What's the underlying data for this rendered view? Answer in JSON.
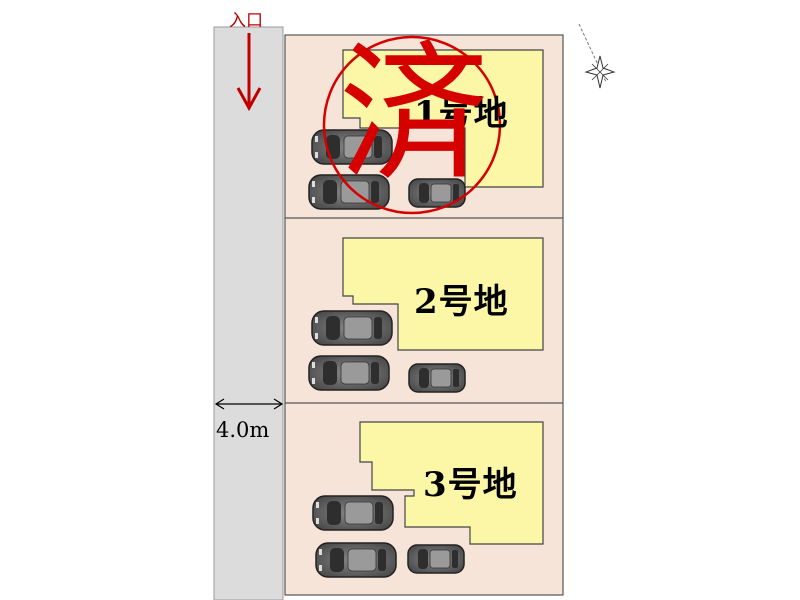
{
  "entrance_label": "入口",
  "road_width_label": "4.0m",
  "lots": [
    {
      "label": "1号地",
      "sold": true,
      "sold_mark": "済"
    },
    {
      "label": "2号地",
      "sold": false
    },
    {
      "label": "3号地",
      "sold": false
    }
  ],
  "colors": {
    "road": "#dcdcdc",
    "ground": "#f6e4d8",
    "building": "#fbf7a6",
    "sold_stamp": "#d50000",
    "entrance": "#c00000"
  },
  "icons": [
    "compass-icon",
    "car-icon",
    "entrance-arrow-icon",
    "dimension-arrow-icon"
  ]
}
